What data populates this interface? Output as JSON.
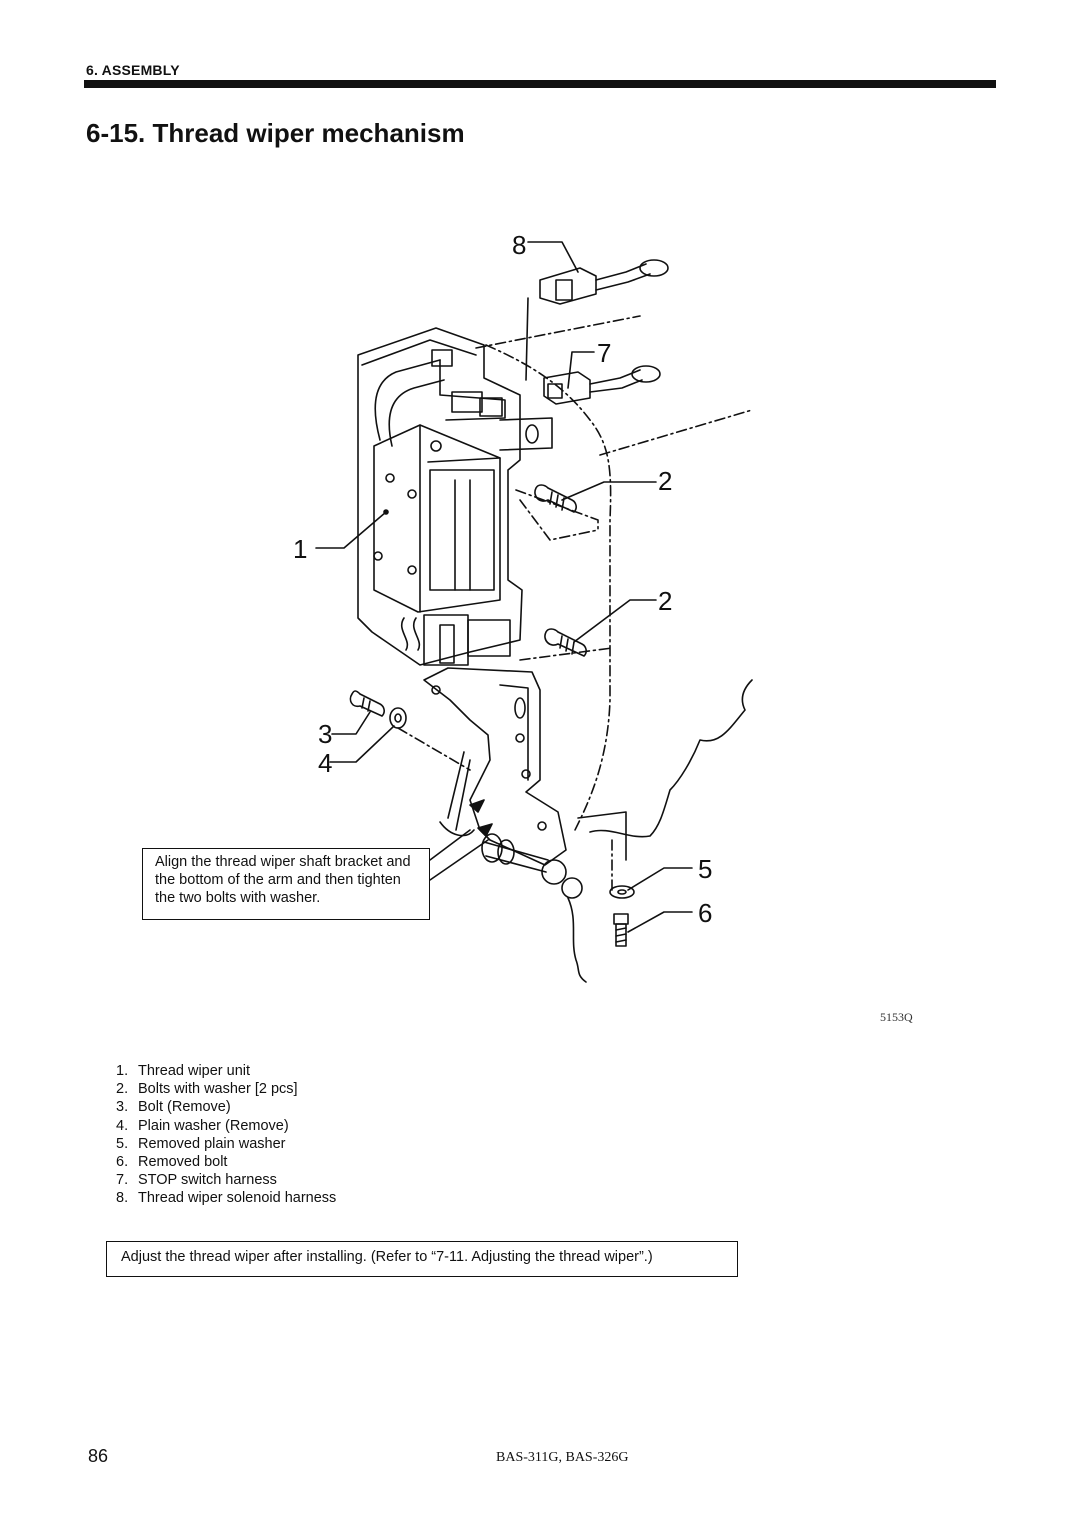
{
  "header": {
    "section": "6. ASSEMBLY"
  },
  "title": "6-15. Thread wiper mechanism",
  "figure": {
    "callouts": [
      "8",
      "7",
      "2",
      "1",
      "2",
      "3",
      "4",
      "5",
      "6"
    ],
    "code": "5153Q",
    "note": "Align the thread wiper shaft bracket and the bottom of the arm and then tighten the two bolts with washer."
  },
  "parts": [
    {
      "num": "1.",
      "label": "Thread wiper unit"
    },
    {
      "num": "2.",
      "label": "Bolts with washer [2 pcs]"
    },
    {
      "num": "3.",
      "label": "Bolt (Remove)"
    },
    {
      "num": "4.",
      "label": "Plain washer (Remove)"
    },
    {
      "num": "5.",
      "label": "Removed plain washer"
    },
    {
      "num": "6.",
      "label": "Removed bolt"
    },
    {
      "num": "7.",
      "label": "STOP switch harness"
    },
    {
      "num": "8.",
      "label": "Thread wiper solenoid harness"
    }
  ],
  "adjust_note": "Adjust the thread wiper after installing. (Refer to “7-11. Adjusting the thread wiper”.)",
  "footer": {
    "page_number": "86",
    "models": "BAS-311G, BAS-326G"
  }
}
